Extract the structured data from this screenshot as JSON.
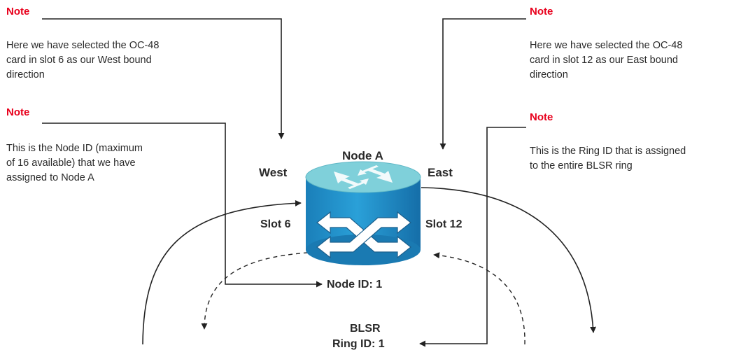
{
  "notes": {
    "west_direction": {
      "title": "Note",
      "lines": [
        "Here we have selected the OC-48",
        "card in slot 6 as our West bound",
        "direction"
      ]
    },
    "node_id": {
      "title": "Note",
      "lines": [
        "This is the Node ID (maximum",
        "of 16 available) that we have",
        "assigned to Node A"
      ]
    },
    "east_direction": {
      "title": "Note",
      "lines": [
        "Here we have selected the OC-48",
        "card in slot 12 as our East bound",
        "direction"
      ]
    },
    "ring_id": {
      "title": "Note",
      "lines": [
        "This is the Ring ID that is assigned",
        "to the entire BLSR ring"
      ]
    }
  },
  "node": {
    "name": "Node A",
    "west_label": "West",
    "east_label": "East",
    "west_slot": "Slot 6",
    "east_slot": "Slot 12",
    "node_id_label": "Node ID: 1"
  },
  "ring": {
    "line1": "BLSR",
    "line2": "Ring ID: 1"
  },
  "colors": {
    "note_title": "#e8001c",
    "router_side": "#1f8fc8",
    "router_top": "#78cdd8",
    "line": "#222222"
  },
  "icons": {
    "router": "router-icon",
    "arrow": "arrow-head"
  }
}
